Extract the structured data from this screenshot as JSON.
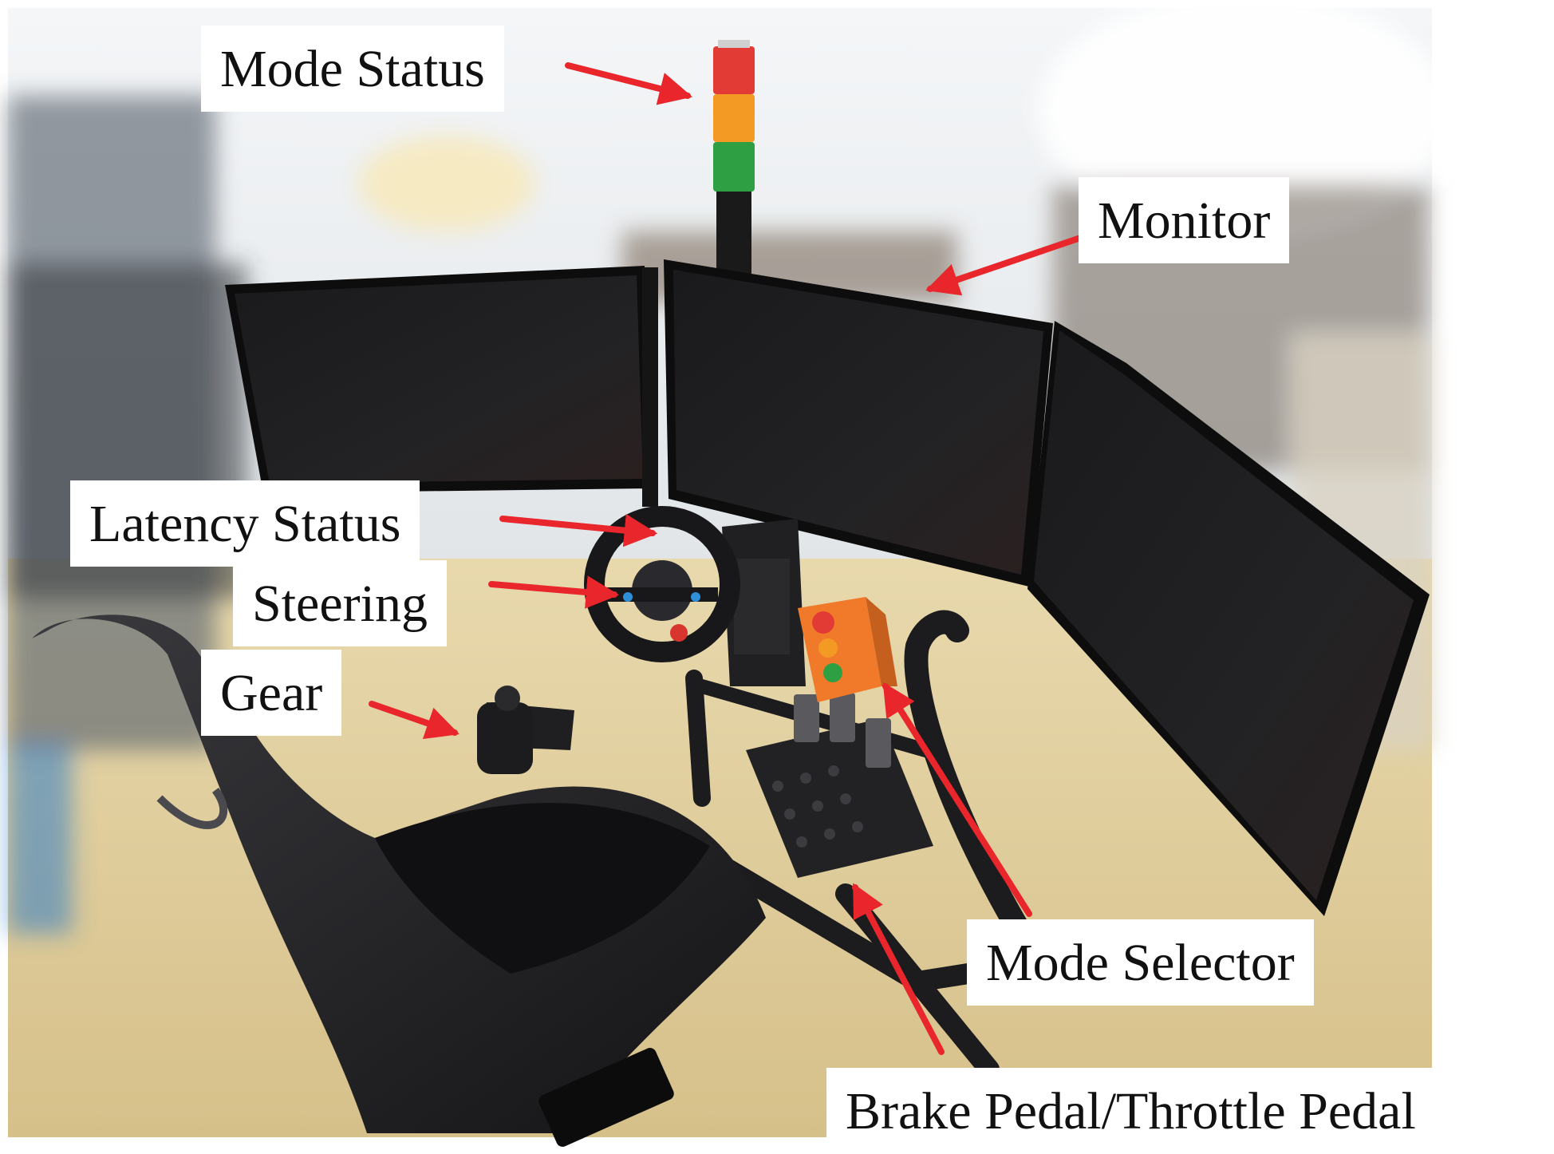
{
  "labels": {
    "mode_status": "Mode Status",
    "monitor": "Monitor",
    "latency_status": "Latency Status",
    "steering": "Steering",
    "gear": "Gear",
    "mode_selector": "Mode Selector",
    "pedals": "Brake Pedal/Throttle Pedal"
  },
  "colors": {
    "arrow": "#e8262b",
    "label_background": "#ffffff",
    "label_text": "#111111",
    "floor": "#e2d2a3",
    "wall": "#eef0f2",
    "equipment": "#1c1c1e",
    "mode_selector_box": "#f07a2a",
    "light_red": "#e23b35",
    "light_amber": "#f39a25",
    "light_green": "#2ea043"
  }
}
